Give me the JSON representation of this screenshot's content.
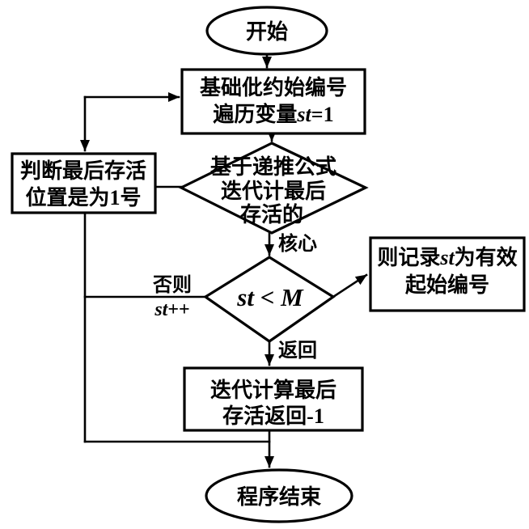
{
  "figure": {
    "kind": "flowchart",
    "colors": {
      "background": "#ffffff",
      "stroke": "#000000",
      "text": "#000000"
    }
  },
  "nodes": {
    "start": {
      "label": "开始"
    },
    "init": {
      "line1": "基础仳约始编号",
      "line2_pre": "遍历变量",
      "line2_var": "st",
      "line2_post": "=1"
    },
    "recurse": {
      "line1": "基于递推公式",
      "line2": "迭代计最后",
      "line3": "存活的"
    },
    "judge": {
      "line1": "判断最后存活",
      "line2": "位置是为1号"
    },
    "cond": {
      "label": "st < M"
    },
    "record": {
      "line1_pre": "则记录",
      "line1_var": "st",
      "line1_post": "为有效",
      "line2": "起始编号"
    },
    "iterate": {
      "line1": "迭代计算最后",
      "line2": "存活返回-1"
    },
    "end": {
      "label": "程序结束"
    }
  },
  "edge_labels": {
    "core": "核心",
    "no": "否则",
    "increment_var": "st",
    "increment_op": "++",
    "return": "返回"
  }
}
